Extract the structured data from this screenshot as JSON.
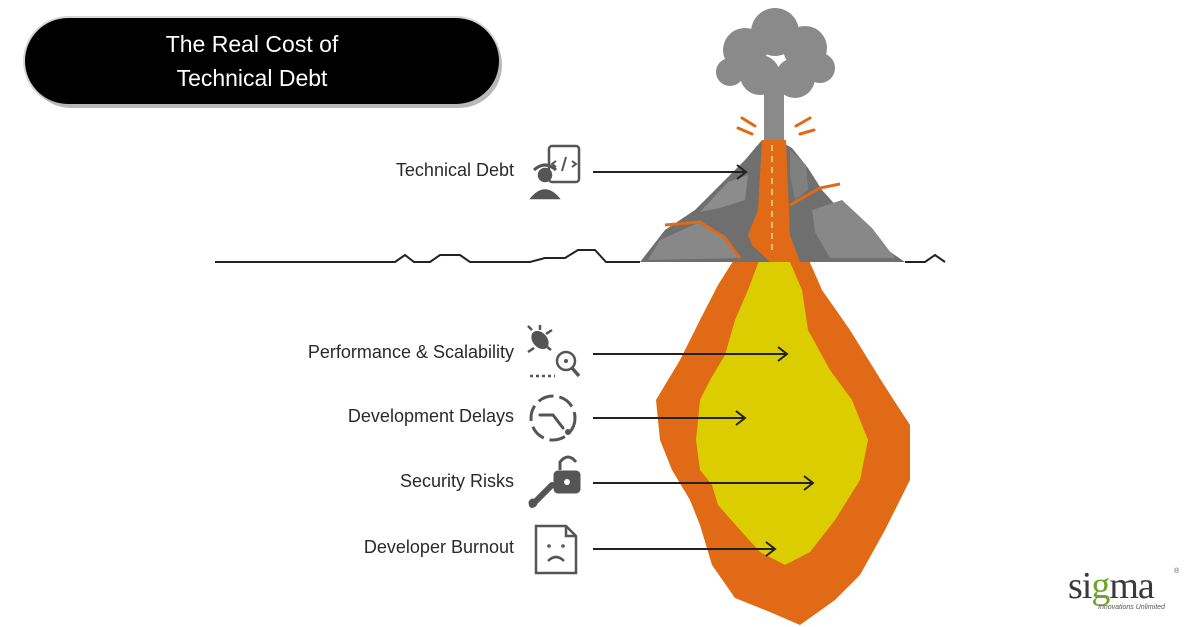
{
  "title": {
    "line1": "The Real Cost of",
    "line2": "Technical Debt"
  },
  "labels": {
    "technical_debt": "Technical Debt",
    "performance": "Performance & Scalability",
    "delays": "Development Delays",
    "security": "Security Risks",
    "burnout": "Developer Burnout"
  },
  "icons": {
    "technical_debt": "developer-code-icon",
    "performance": "bug-search-icon",
    "delays": "timer-delay-icon",
    "security": "unlocked-padlock-icon",
    "burnout": "sad-document-icon"
  },
  "colors": {
    "cloud": "#8a8a8a",
    "mountain": "#6f6f6f",
    "lava_outer": "#e06a16",
    "lava_inner": "#dccd00",
    "text": "#2a2a2a"
  },
  "logo": {
    "word_start": "si",
    "word_g": "g",
    "word_end": "ma",
    "tagline": "Innovations Unlimited",
    "registered": "®"
  }
}
